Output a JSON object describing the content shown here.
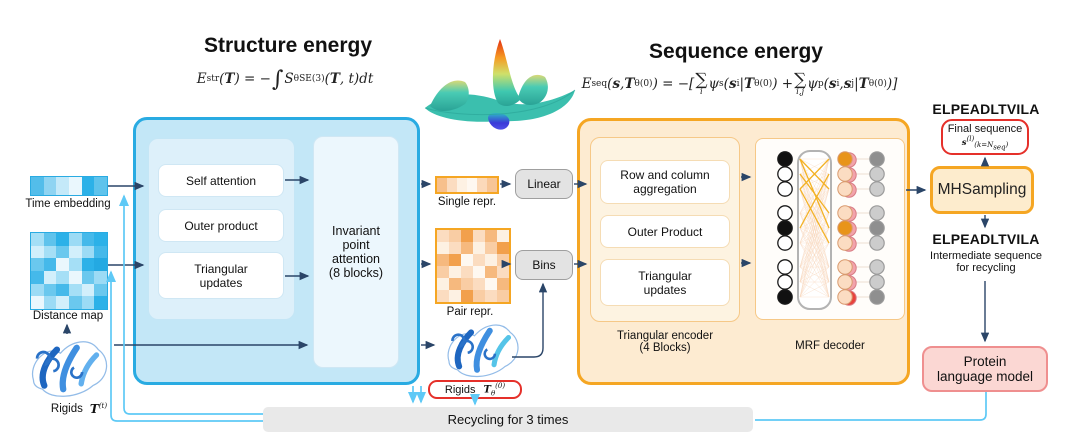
{
  "palette": {
    "blue_border": "#29abe2",
    "blue_fill": "#c3e7f7",
    "orange_border": "#f5a623",
    "orange_fill": "#fdebd1",
    "red_outline": "#e5302a",
    "navy_arrow": "#2a4568",
    "recycle_blue": "#5ec9f6",
    "plm_fill": "#fbd7d3",
    "bar_fill": "#e9e9e9"
  },
  "structure_section": {
    "title": "Structure energy",
    "formula_html": "E<sub>str</sub>(<b>T</b>) = −<span class='int'>∫</span> S<sub>θ</sub><sup>SE(3)</sup>(<b>T</b>, t)dt",
    "blocks": [
      "Self attention",
      "Outer product",
      "Triangular\nupdates"
    ],
    "ipa_label": "Invariant\npoint\nattention\n(8 blocks)"
  },
  "inputs": {
    "time_embedding": {
      "label": "Time embedding",
      "cells": [
        "#53bdea",
        "#8fd4f2",
        "#c4e9f9",
        "#eaf7fd",
        "#2cb1e8",
        "#5fc3ec"
      ]
    },
    "distance_map": {
      "label": "Distance map",
      "cells": [
        "#a5dff6",
        "#5fc3ec",
        "#2cb1e8",
        "#9cdbf5",
        "#45b9ea",
        "#2cb1e8",
        "#d2effb",
        "#a5dff6",
        "#6ac8ee",
        "#d2effb",
        "#9cdbf5",
        "#45b9ea",
        "#6ac8ee",
        "#45b9ea",
        "#eaf7fd",
        "#a5dff6",
        "#2cb1e8",
        "#24a9e2",
        "#45b9ea",
        "#d2effb",
        "#a5dff6",
        "#eaf7fd",
        "#6ac8ee",
        "#9cdbf5",
        "#9cdbf5",
        "#6ac8ee",
        "#45b9ea",
        "#a5dff6",
        "#d2effb",
        "#6ac8ee",
        "#eaf7fd",
        "#9cdbf5",
        "#d2effb",
        "#6ac8ee",
        "#9cdbf5",
        "#2cb1e8"
      ]
    },
    "rigids": {
      "label": "Rigids",
      "math_html": "<b>T</b><sup>(t)</sup>"
    }
  },
  "middle": {
    "single_repr": {
      "label": "Single repr.",
      "cells": [
        "#f7c08c",
        "#fbdcc0",
        "#fdf1e3",
        "#fef8f1",
        "#fbd9ba",
        "#f7c596"
      ]
    },
    "pair_repr": {
      "label": "Pair repr.",
      "cells": [
        "#fbdcc0",
        "#f9cda4",
        "#f2a04c",
        "#fbdcc0",
        "#f6b97e",
        "#fdf1e3",
        "#fdf1e3",
        "#fbdcc0",
        "#f6b97e",
        "#fdf1e3",
        "#f9cda4",
        "#f2a04c",
        "#f6b97e",
        "#f2a04c",
        "#fef8f1",
        "#fbdcc0",
        "#fdf1e3",
        "#f9cda4",
        "#f9cda4",
        "#fdf1e3",
        "#fbdcc0",
        "#fef8f1",
        "#f6b97e",
        "#fbdcc0",
        "#fdf1e3",
        "#f6b97e",
        "#f9cda4",
        "#fbdcc0",
        "#fef8f1",
        "#f6b97e",
        "#fbdcc0",
        "#fdf1e3",
        "#f2a04c",
        "#f9cda4",
        "#fbdcc0",
        "#f9cda4"
      ]
    },
    "linear_label": "Linear",
    "bins_label": "Bins",
    "rigids_out": {
      "label": "Rigids",
      "math_html": "<b>T</b><sub>θ</sub><sup>(0)</sup>"
    }
  },
  "sequence_section": {
    "title": "Sequence energy",
    "formula_html": "E<sub>seq</sub>(<b>s</b>, <b>T</b><sub>θ</sub><sup>(0)</sup>) = −[<span class='sum'><span class='sg'>∑</span><span class='sl'>i</span></span> ψ<sub>s</sub>(<b>s</b><sub>i</sub>|<b>T</b><sub>θ</sub><sup>(0)</sup>) + <span class='sum'><span class='sg'>∑</span><span class='sl'>i,j</span></span> ψ<sub>p</sub>(<b>s</b><sub>i</sub>, <b>s</b><sub>j</sub>|<b>T</b><sub>θ</sub><sup>(0)</sup>)]",
    "encoder_blocks": [
      "Row and column\naggregation",
      "Outer Product",
      "Triangular\nupdates"
    ],
    "encoder_caption": "Triangular encoder\n(4 Blocks)",
    "mrf_caption": "MRF decoder",
    "mrf": {
      "left_nodes": [
        "#111111",
        "#ffffff",
        "#ffffff",
        "#ffffff",
        "#111111",
        "#ffffff",
        "#ffffff",
        "#ffffff",
        "#111111"
      ],
      "pair_front": [
        "#e8941a",
        "#fbdcc2",
        "#fbdcc2",
        "#fbdcc2",
        "#e8941a",
        "#fbdcc2",
        "#fbdcc2",
        "#fbdcc2",
        "#fbdcc2"
      ],
      "pair_back": [
        "#f2a3ab",
        "#f2a3ab",
        "#f2a3ab",
        "#f2a3ab",
        "#f2a3ab",
        "#f2a3ab",
        "#f2a3ab",
        "#f2a3ab",
        "#e8433c"
      ],
      "right_nodes": [
        "#8f8f8f",
        "#cccccc",
        "#cccccc",
        "#cccccc",
        "#8f8f8f",
        "#cccccc",
        "#cccccc",
        "#cccccc",
        "#8f8f8f"
      ],
      "highlight_edges": [
        [
          0,
          4
        ],
        [
          1,
          3
        ],
        [
          2,
          0
        ],
        [
          0,
          2
        ],
        [
          4,
          1
        ],
        [
          2,
          5
        ]
      ]
    }
  },
  "output": {
    "sequence_top": "ELPEADLTVILA",
    "final_sequence_label": "Final sequence",
    "final_sequence_math_html": "<b>s</b><sup>(l)</sup><sub>(k=N<sub>seq</sub>)</sub>",
    "mhsampling_label": "MHSampling",
    "sequence_mid": "ELPEADLTVILA",
    "intermediate_caption": "Intermediate sequence\nfor recycling",
    "plm_label": "Protein\nlanguage model"
  },
  "recycling": {
    "label": "Recycling for 3 times"
  }
}
